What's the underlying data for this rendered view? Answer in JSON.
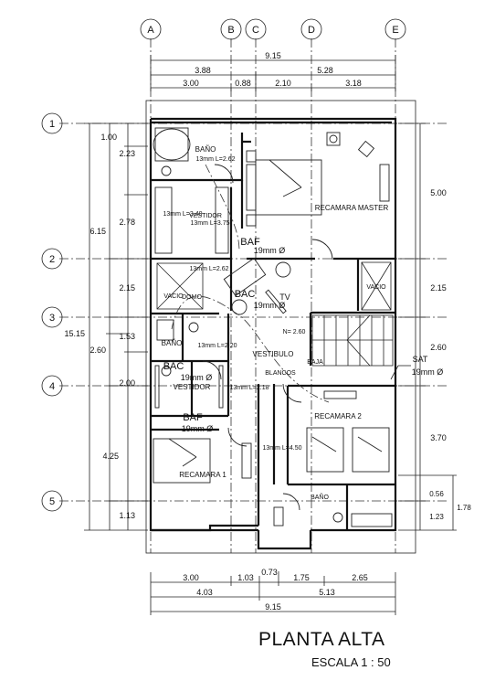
{
  "title": "PLANTA ALTA",
  "scale": "ESCALA   1 : 50",
  "axes_x": [
    "A",
    "B",
    "C",
    "D",
    "E"
  ],
  "axes_y": [
    "1",
    "2",
    "3",
    "4",
    "5"
  ],
  "dims_top": {
    "total": "9.15",
    "a": "3.88",
    "b": "5.28",
    "c1": "3.00",
    "c2": "0.88",
    "c3": "2.10",
    "c4": "3.18"
  },
  "dims_bottom": {
    "d1": "3.00",
    "d2": "1.03",
    "d3": "0.73",
    "d4": "1.75",
    "d5": "2.65",
    "e1": "4.03",
    "e2": "5.13",
    "total": "9.15"
  },
  "dims_left": {
    "total": "15.15",
    "g1": "6.15",
    "g2": "2.60",
    "g3": "4.25",
    "h1": "1.00",
    "h2": "2.23",
    "h3": "2.78",
    "h4": "2.15",
    "h5": "1.53",
    "h6": "2.00",
    "h7": "1.13"
  },
  "dims_right": {
    "r1": "5.00",
    "r2": "2.15",
    "r3": "2.60",
    "r4": "3.70",
    "r5": "0.56",
    "r6": "1.78",
    "r7": "1.23"
  },
  "rooms": {
    "bano1": "BAÑO",
    "recamara_master": "RECAMARA MASTER",
    "vestidor1": "VESTIDOR",
    "vacio1": "VACIO",
    "vacio2": "VACIO",
    "domo": "DOMO",
    "tv": "TV",
    "vestibulo": "VESTIBULO",
    "bano2": "BAÑO",
    "vestidor2": "VESTIDOR",
    "recamara1": "RECAMARA 1",
    "recamara2": "RECAMARA 2",
    "bano3": "BAÑO",
    "bac": "BAC",
    "baf": "BAF",
    "sat": "SAT",
    "blancos": "BLANCOS",
    "baja": "BAJA",
    "n_level": "N= 2.60"
  },
  "notes": {
    "pipe19": "19mm Ø",
    "pipe13a": "13mm L=2.62",
    "pipe13b": "13mm L=3.40",
    "pipe13c": "13mm L=3.75",
    "pipe13d": "13mm L=2.62",
    "pipe13e": "13mm L=4.50",
    "pipe13f": "13mm L=2.18",
    "pipe13g": "13mm L=2.20"
  }
}
